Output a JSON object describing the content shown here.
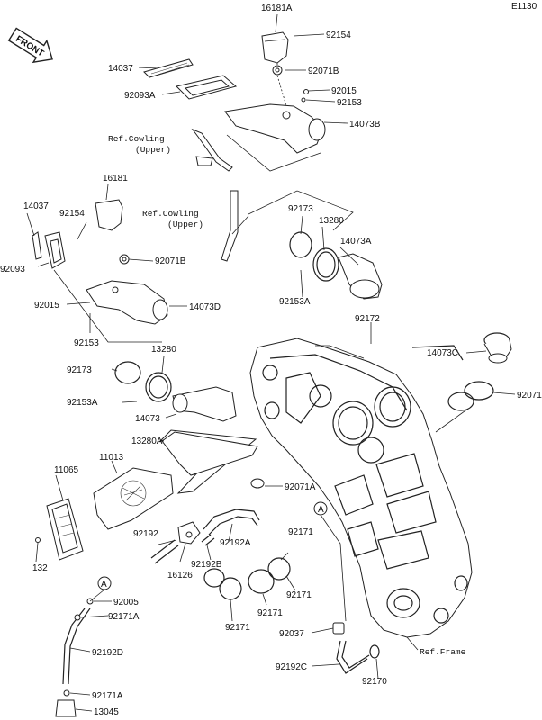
{
  "diagram_code": "E1130",
  "front_arrow_text": "FRONT",
  "callout_letter": "A",
  "ref_labels": {
    "cowling_upper_1_a": "Ref.Cowling",
    "cowling_upper_1_b": "(Upper)",
    "cowling_upper_2_a": "Ref.Cowling",
    "cowling_upper_2_b": "(Upper)",
    "frame": "Ref.Frame"
  },
  "part_numbers": {
    "p16181A": "16181A",
    "p92154_top": "92154",
    "p14037_top": "14037",
    "p92071B_top": "92071B",
    "p92093A": "92093A",
    "p92015_top": "92015",
    "p92153_top": "92153",
    "p14073B": "14073B",
    "p16181": "16181",
    "p14037_left": "14037",
    "p92154_left": "92154",
    "p92093": "92093",
    "p92071B_left": "92071B",
    "p92015_left": "92015",
    "p14073D": "14073D",
    "p92153_left": "92153",
    "p92173_top": "92173",
    "p13280_top": "13280",
    "p14073A": "14073A",
    "p92153A_top": "92153A",
    "p92172": "92172",
    "p14073C": "14073C",
    "p92071_right": "92071",
    "p13280_mid": "13280",
    "p92173_mid": "92173",
    "p92153A_mid": "92153A",
    "p14073": "14073",
    "p13280A": "13280A",
    "p11065": "11065",
    "p11013": "11013",
    "p92071A": "92071A",
    "p132": "132",
    "p92192": "92192",
    "p92192A": "92192A",
    "p92192B": "92192B",
    "p16126": "16126",
    "p92171_a": "92171",
    "p92171_b": "92171",
    "p92171_c": "92171",
    "p92171_d": "92171",
    "p92005": "92005",
    "p92171A_top": "92171A",
    "p92192D": "92192D",
    "p92171A_bot": "92171A",
    "p13045": "13045",
    "p92037": "92037",
    "p92192C": "92192C",
    "p92170": "92170"
  }
}
